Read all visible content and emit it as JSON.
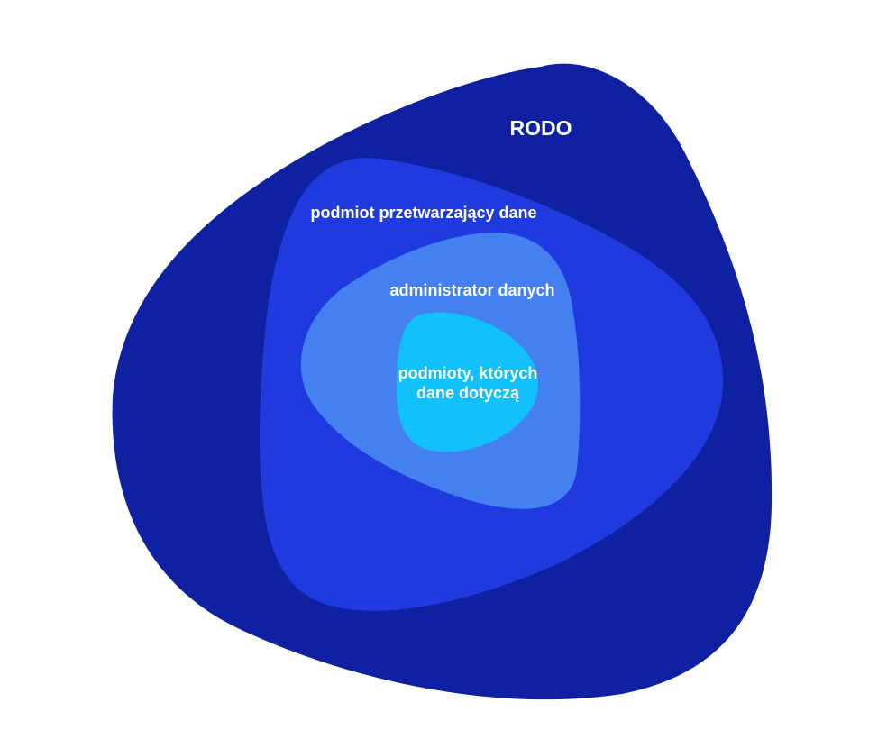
{
  "diagram": {
    "layers": [
      {
        "label": "RODO",
        "color": "#0f21a0"
      },
      {
        "label": "podmiot przetwarzający dane",
        "color": "#1f3be0"
      },
      {
        "label": "administrator danych",
        "color": "#4480f0"
      },
      {
        "label_lines": [
          "podmioty, których",
          "dane dotyczą"
        ],
        "color": "#12c0fb"
      }
    ],
    "background": "#ffffff",
    "text_color": "#ffffff"
  }
}
